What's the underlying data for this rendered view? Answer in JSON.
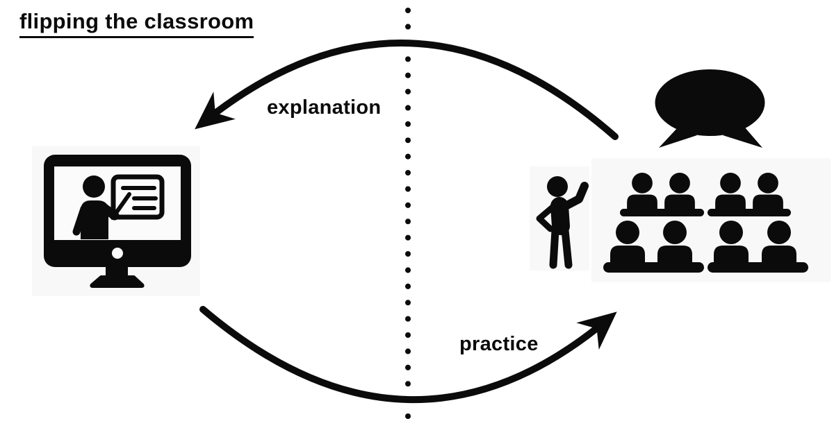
{
  "diagram": {
    "title": "flipping the classroom",
    "divider": "vertical dotted line",
    "nodes": [
      {
        "id": "home",
        "icon": "monitor-lecture-icon"
      },
      {
        "id": "classroom",
        "icon": "teacher-students-speech-bubble-icon"
      }
    ],
    "edges": [
      {
        "label": "explanation",
        "from": "classroom",
        "to": "home",
        "arrow_direction": "left"
      },
      {
        "label": "practice",
        "from": "home",
        "to": "classroom",
        "arrow_direction": "right"
      }
    ],
    "colors": {
      "ink": "#0b0b0b",
      "icon_background": "#f8f8f8",
      "page_background": "#ffffff"
    }
  }
}
